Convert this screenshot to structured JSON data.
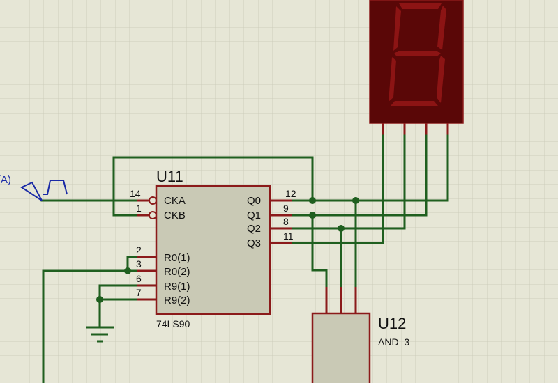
{
  "colors": {
    "background": "#e6e6d6",
    "grid": "#cdcdbc",
    "wire": "#1f5f1f",
    "pin": "#8b1a1a",
    "component_body": "#c9c9b5",
    "display_body": "#5a0707",
    "segment_off": "#8c1414",
    "generator": "#1a2aa6"
  },
  "generator": {
    "label": "(A)",
    "icon": "clock-source-icon"
  },
  "u11": {
    "ref": "U11",
    "device": "74LS90",
    "inputs": [
      {
        "num": "14",
        "label": "CKA"
      },
      {
        "num": "1",
        "label": "CKB"
      },
      {
        "num": "2",
        "label": "R0(1)"
      },
      {
        "num": "3",
        "label": "R0(2)"
      },
      {
        "num": "6",
        "label": "R9(1)"
      },
      {
        "num": "7",
        "label": "R9(2)"
      }
    ],
    "outputs": [
      {
        "num": "12",
        "label": "Q0"
      },
      {
        "num": "9",
        "label": "Q1"
      },
      {
        "num": "8",
        "label": "Q2"
      },
      {
        "num": "11",
        "label": "Q3"
      }
    ]
  },
  "u12": {
    "ref": "U12",
    "device": "AND_3"
  },
  "display": {
    "icon": "seven-segment-display-icon"
  },
  "ground": {
    "icon": "ground-icon"
  }
}
